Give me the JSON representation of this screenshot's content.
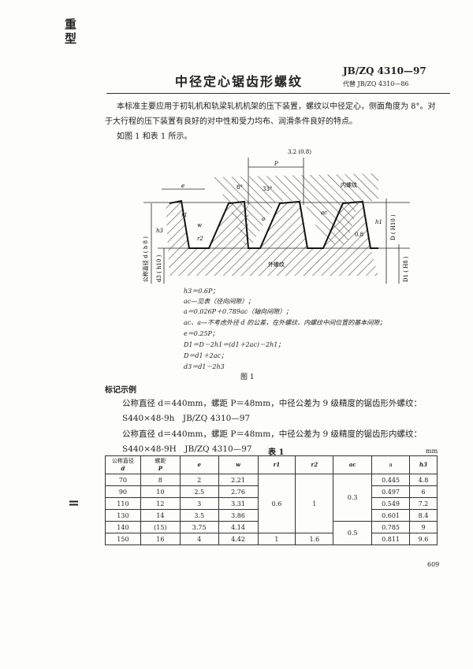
{
  "side_mark": [
    "重",
    "型"
  ],
  "margin_mark": "=",
  "header": {
    "title": "中径定心锯齿形螺纹",
    "standard": "JB/ZQ 4310—97",
    "replaces": "代替 JB/ZQ 4310—86"
  },
  "intro": {
    "line1": "本标准主要应用于初轧机和轨梁轧机机架的压下装置，螺纹以中径定心，侧面角度为 8°。对",
    "line2": "于大行程的压下装置有良好的对中性和受力均布、润滑条件良好的特点。",
    "line3": "如图 1 和表 1 所示。"
  },
  "figure": {
    "roughness": "3.2 (0.8)",
    "labels": {
      "P": "P",
      "angle8": "8°",
      "angle33": "33°",
      "internal": "内螺纹",
      "external": "外螺纹",
      "e": "e",
      "w": "w",
      "r1": "r1",
      "r2": "r2",
      "h3": "h3",
      "h1": "h1",
      "a": "a",
      "ac": "ac",
      "rough08": "0.8",
      "d_h8": "公称直径 d ( h 8 )",
      "d_h10": "d3 ( h10 )",
      "D_H10": "D ( H10 )",
      "D1_H8": "D1 ( H8 )"
    },
    "formulas": [
      "h3＝0.6P；",
      "ac—见表（径向间隙）；",
      "a＝0.026P＋0.789ac（轴向间隙）；",
      "ac、a—不考虑外径 d 的公差，在外螺纹、内螺纹中间位置的基本间隙；",
      "e＝0.25P；",
      "D1＝D－2h1＝(d1＋2ac)－2h1；",
      "D＝d1＋2ac；",
      "d3＝d1－2h3"
    ],
    "caption": "图 1"
  },
  "marking": {
    "heading": "标记示例",
    "ex1_desc": "公称直径 d＝440mm，螺距 P＝48mm，中径公差为 9 级精度的锯齿形外螺纹：",
    "ex1_code": "S440×48-9h　JB/ZQ 4310—97",
    "ex2_desc": "公称直径 d＝440mm，螺距 P＝48mm，中径公差为 9 级精度的锯齿形内螺纹：",
    "ex2_code": "S440×48-9H　JB/ZQ 4310—97"
  },
  "table": {
    "caption": "表 1",
    "unit": "mm",
    "headers": [
      {
        "t": "公称直径",
        "s": "d"
      },
      {
        "t": "螺距",
        "s": "P"
      },
      {
        "t": "",
        "s": "e"
      },
      {
        "t": "",
        "s": "w"
      },
      {
        "t": "",
        "s": "r1"
      },
      {
        "t": "",
        "s": "r2"
      },
      {
        "t": "",
        "s": "ac"
      },
      {
        "t": "",
        "s": "a"
      },
      {
        "t": "",
        "s": "h3"
      }
    ],
    "rows": [
      [
        "70",
        "8",
        "2",
        "2.21",
        "0.6",
        "1",
        "0.3",
        "0.445",
        "4.8"
      ],
      [
        "90",
        "10",
        "2.5",
        "2.76",
        "",
        "",
        "",
        "0.497",
        "6"
      ],
      [
        "110",
        "12",
        "3",
        "3.31",
        "",
        "",
        "",
        "0.549",
        "7.2"
      ],
      [
        "130",
        "14",
        "3.5",
        "3.86",
        "",
        "",
        "",
        "0.601",
        "8.4"
      ],
      [
        "140",
        "(15)",
        "3.75",
        "4.14",
        "",
        "",
        "0.5",
        "0.785",
        "9"
      ],
      [
        "150",
        "16",
        "4",
        "4.42",
        "1",
        "1.6",
        "",
        "0.811",
        "9.6"
      ]
    ]
  },
  "page_number": "609"
}
